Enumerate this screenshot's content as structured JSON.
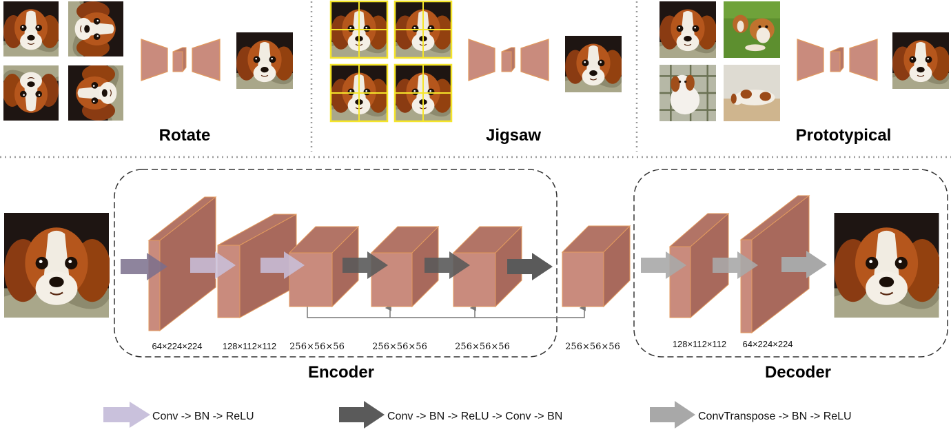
{
  "top_panels": {
    "rotate": {
      "title": "Rotate"
    },
    "jigsaw": {
      "title": "Jigsaw"
    },
    "prototypical": {
      "title": "Prototypical"
    }
  },
  "architecture": {
    "encoder_label": "Encoder",
    "decoder_label": "Decoder",
    "layer_dims": [
      "64×224×224",
      "128×112×112",
      "256×56×56",
      "256×56×56",
      "256×56×56",
      "256×56×56",
      "128×112×112",
      "64×224×224"
    ]
  },
  "legend": {
    "conv_bn_relu": "Conv -> BN -> ReLU",
    "conv_bn_relu_conv_bn": "Conv -> BN -> ReLU -> Conv -> BN",
    "convtranspose_bn_relu": "ConvTranspose -> BN -> ReLU"
  },
  "colors": {
    "block_fill": "#c98b7d",
    "block_edge": "#e29a5e",
    "arrow_light": "#c9c1dc",
    "arrow_dark": "#5a5a5a",
    "arrow_gray": "#a8a8a8",
    "yellow_grid": "#f5e52a"
  }
}
